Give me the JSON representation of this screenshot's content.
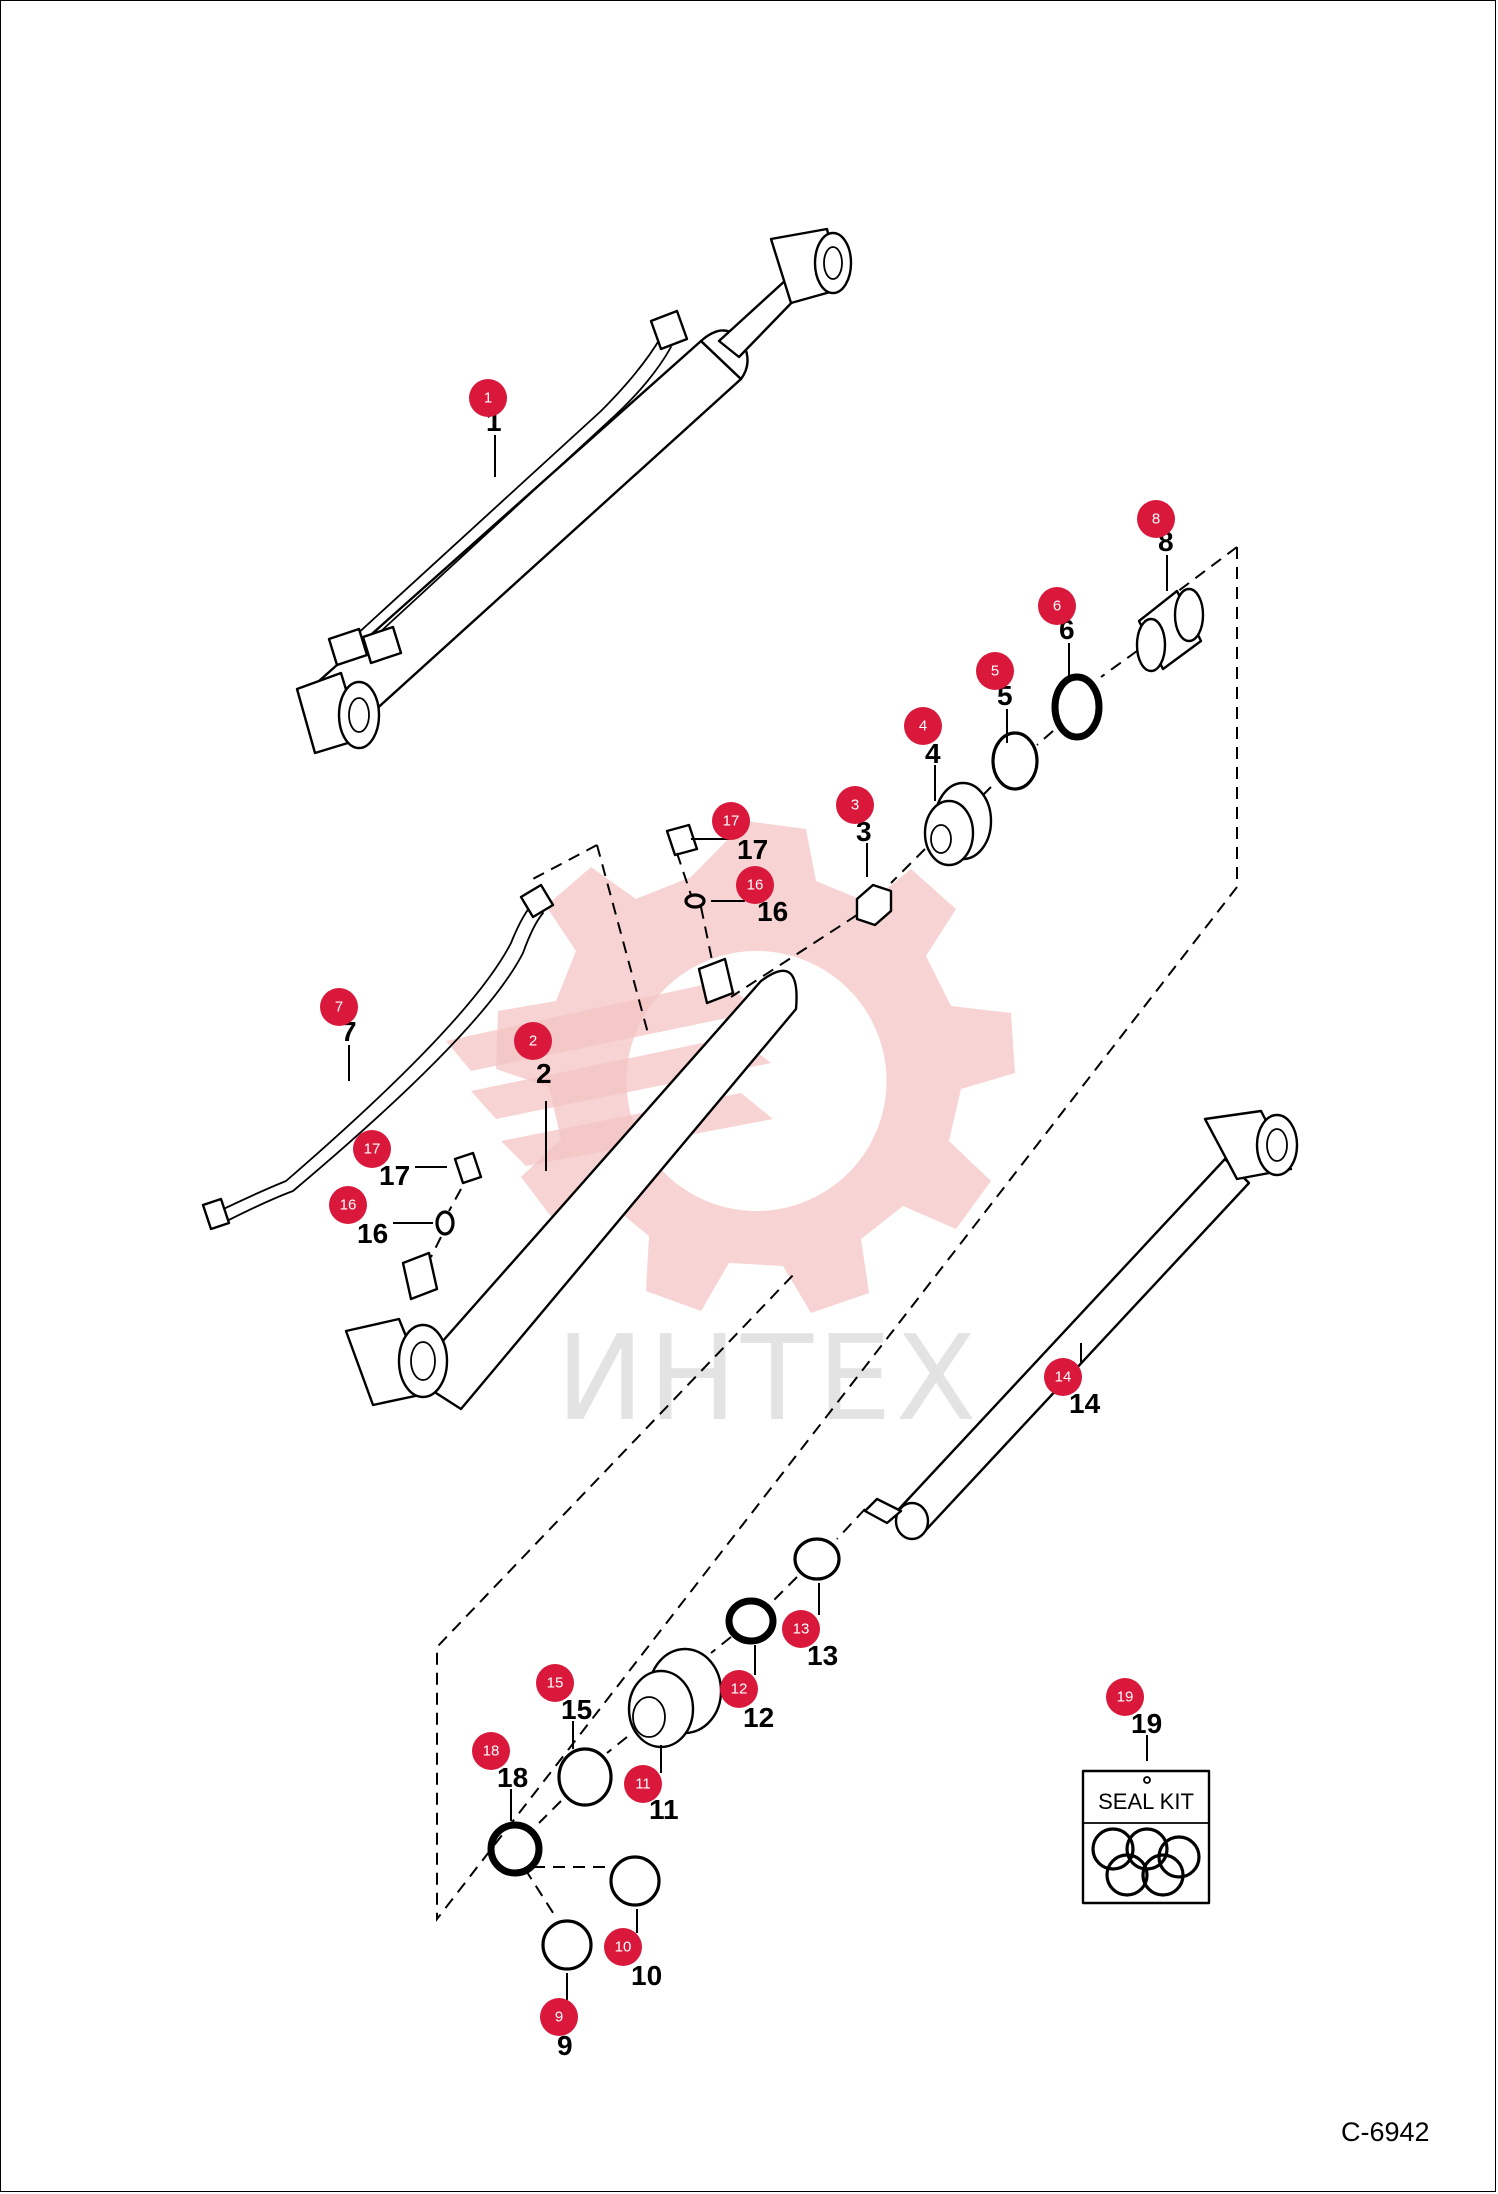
{
  "watermark": {
    "text": "ИНТЕХ",
    "color": "#f4c4c4"
  },
  "drawing_code": "C-6942",
  "seal_kit": {
    "label": "SEAL KIT"
  },
  "badge_color": "#d9183b",
  "callouts": [
    {
      "id": "1",
      "badge": "1",
      "number": "1"
    },
    {
      "id": "2",
      "badge": "2",
      "number": "2"
    },
    {
      "id": "3",
      "badge": "3",
      "number": "3"
    },
    {
      "id": "4",
      "badge": "4",
      "number": "4"
    },
    {
      "id": "5",
      "badge": "5",
      "number": "5"
    },
    {
      "id": "6",
      "badge": "6",
      "number": "6"
    },
    {
      "id": "7",
      "badge": "7",
      "number": "7"
    },
    {
      "id": "8",
      "badge": "8",
      "number": "8"
    },
    {
      "id": "9",
      "badge": "9",
      "number": "9"
    },
    {
      "id": "10",
      "badge": "10",
      "number": "10"
    },
    {
      "id": "11",
      "badge": "11",
      "number": "11"
    },
    {
      "id": "12",
      "badge": "12",
      "number": "12"
    },
    {
      "id": "13",
      "badge": "13",
      "number": "13"
    },
    {
      "id": "14",
      "badge": "14",
      "number": "14"
    },
    {
      "id": "15",
      "badge": "15",
      "number": "15"
    },
    {
      "id": "16a",
      "badge": "16",
      "number": "16"
    },
    {
      "id": "16b",
      "badge": "16",
      "number": "16"
    },
    {
      "id": "17a",
      "badge": "17",
      "number": "17"
    },
    {
      "id": "17b",
      "badge": "17",
      "number": "17"
    },
    {
      "id": "18",
      "badge": "18",
      "number": "18"
    },
    {
      "id": "19",
      "badge": "19",
      "number": "19"
    }
  ]
}
